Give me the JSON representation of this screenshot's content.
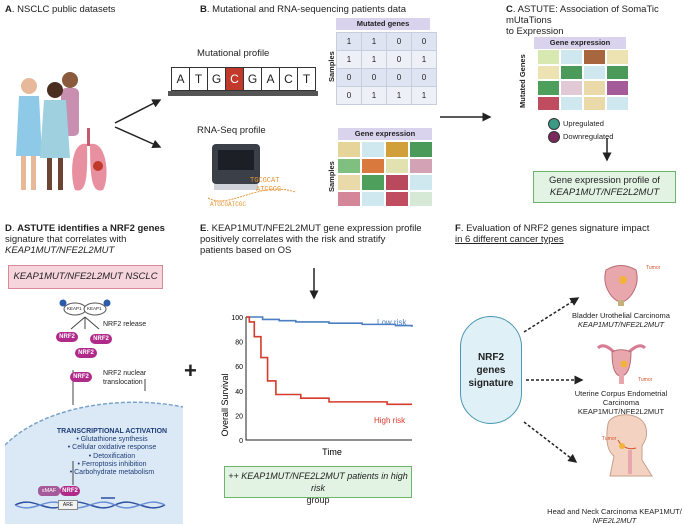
{
  "panel_a": {
    "label": "A",
    "title": "NSCLC public datasets"
  },
  "panel_b": {
    "label": "B",
    "title": "Mutational and RNA-sequencing patients data",
    "mutational_profile": "Mutational profile",
    "rnaseq_profile": "RNA-Seq profile",
    "dna_letters": [
      "A",
      "T",
      "G",
      "C",
      "G",
      "A",
      "C",
      "T"
    ],
    "mutated_genes_header": "Mutated genes",
    "samples_label": "Samples",
    "matrix": [
      [
        "1",
        "1",
        "0",
        "0"
      ],
      [
        "1",
        "1",
        "0",
        "1"
      ],
      [
        "0",
        "0",
        "0",
        "0"
      ],
      [
        "0",
        "1",
        "1",
        "1"
      ]
    ],
    "gene_expression_header": "Gene expression"
  },
  "panel_c": {
    "label": "C",
    "title_line1": "ASTUTE: Association of SomaTic mUtaTions",
    "title_line2": "to Expression",
    "gene_expression_header": "Gene expression",
    "mutated_genes_label": "Mutated Genes",
    "upregulated": "Upregulated",
    "downregulated": "Downregulated",
    "result_line1": "Gene expression profile of",
    "result_line2": "KEAP1MUT/NFE2L2MUT"
  },
  "panel_d": {
    "label": "D",
    "title_line1": "ASTUTE identifies a NRF2 genes",
    "title_line2": "signature that correlates with",
    "title_line3": "KEAP1MUT/NFE2L2MUT",
    "box_text": "KEAP1MUT/NFE2L2MUT NSCLC",
    "nrf2_release": "NRF2 release",
    "nrf2_nuclear_1": "NRF2 nuclear",
    "nrf2_nuclear_2": "translocation",
    "activation_title": "TRANSCRIPTIONAL ACTIVATION",
    "activation_items": [
      "• Glutathione synthesis",
      "• Cellular oxidative response",
      "• Detoxification",
      "• Ferroptosis inhibition",
      "• Carbohydrate metabolism"
    ],
    "smaf": "sMAF",
    "nrf2": "NRF2",
    "are": "ARE",
    "keap1": "KEAP1"
  },
  "panel_e": {
    "label": "E",
    "title_line1": "KEAP1MUT/NFE2L2MUT gene expression profile",
    "title_line2": "positively correlates with the risk and stratify",
    "title_line3": "patients based on OS",
    "result_line1": "++ KEAP1MUT/NFE2L2MUT patients in high risk",
    "result_line2": "group"
  },
  "panel_f": {
    "label": "F",
    "title_line1": "Evaluation of NRF2 genes signature impact",
    "title_line2": "in 6 different cancer types",
    "signature_line1": "NRF2",
    "signature_line2": "genes",
    "signature_line3": "signature",
    "tumor": "Tumor",
    "cancers": [
      {
        "line1": "Bladder Urothelial Carcinoma",
        "line2": "KEAP1MUT/NFE2L2MUT"
      },
      {
        "line1": "Uterine Corpus Endometrial",
        "line2": "Carcinoma KEAP1MUT/NFE2L2MUT"
      },
      {
        "line1": "Head and Neck Carcinoma KEAP1MUT/",
        "line2": "NFE2L2MUT"
      }
    ]
  },
  "plus": "+",
  "chart_data": {
    "type": "line",
    "xlabel": "Time",
    "ylabel": "Overall Survival",
    "yticks": [
      "0",
      "20",
      "40",
      "60",
      "80",
      "100"
    ],
    "ylim": [
      0,
      100
    ],
    "series": [
      {
        "name": "Low risk",
        "color": "#4a7ec2",
        "x": [
          0,
          1,
          2,
          3,
          4,
          5,
          6,
          7,
          8,
          9,
          10
        ],
        "y": [
          100,
          98,
          97,
          96,
          96,
          95,
          95,
          94,
          94,
          93,
          92
        ]
      },
      {
        "name": "High risk",
        "color": "#d63a2a",
        "x": [
          0,
          0.2,
          0.5,
          0.9,
          1.3,
          1.8,
          3.3,
          5.0,
          8.5,
          10
        ],
        "y": [
          100,
          96,
          84,
          67,
          48,
          37,
          34,
          31,
          29,
          29
        ]
      }
    ]
  }
}
